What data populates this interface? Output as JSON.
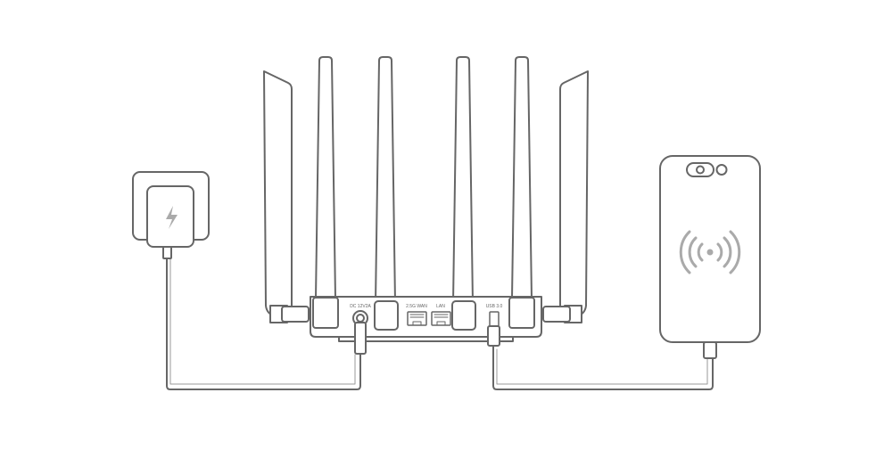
{
  "diagram": {
    "router": {
      "ports": {
        "dc": "DC 12V2A",
        "wan": "2.5G WAN",
        "lan": "LAN",
        "usb": "USB 3.0"
      }
    },
    "adapter_icon": "lightning-bolt-icon",
    "phone_icon": "wireless-signal-icon",
    "colors": {
      "stroke": "#666666",
      "fill": "#ffffff",
      "accent": "#999999"
    }
  }
}
